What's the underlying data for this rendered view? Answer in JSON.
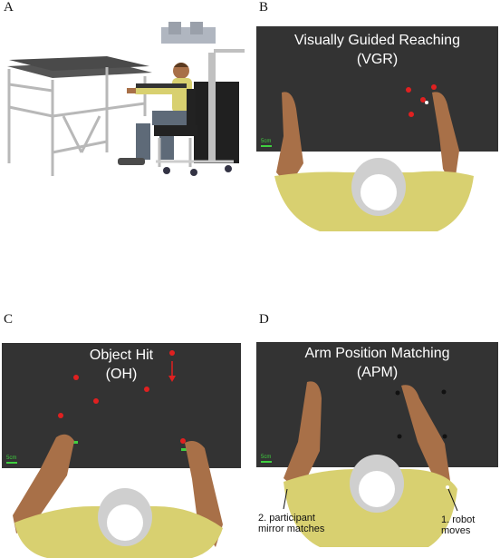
{
  "panels": {
    "A": {
      "letter": "A"
    },
    "B": {
      "letter": "B",
      "title_line1": "Visually Guided Reaching",
      "title_line2": "(VGR)",
      "scale_label": "5cm"
    },
    "C": {
      "letter": "C",
      "title_line1": "Object Hit",
      "title_line2": "(OH)",
      "scale_label": "5cm"
    },
    "D": {
      "letter": "D",
      "title_line1": "Arm Position Matching",
      "title_line2": "(APM)",
      "scale_label": "5cm",
      "caption_participant_line1": "2. participant",
      "caption_participant_line2": "mirror matches",
      "caption_robot_line1": "1. robot",
      "caption_robot_line2": "moves"
    }
  },
  "colors": {
    "screen": "#333333",
    "target_red": "#e02020",
    "target_black": "#111111",
    "scale_green": "#3fcf3f",
    "shirt": "#d8d070",
    "skin": "#a87048",
    "hair": "#cfcfcf"
  }
}
